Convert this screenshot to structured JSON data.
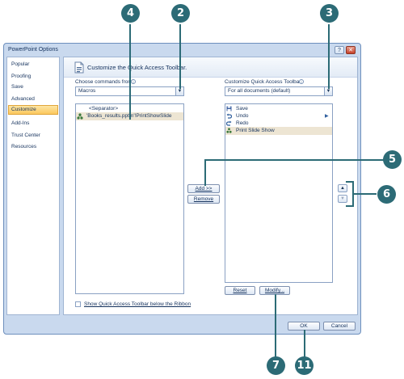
{
  "window": {
    "title": "PowerPoint Options",
    "help_glyph": "?",
    "close_glyph": "✕"
  },
  "nav": {
    "items": [
      "Popular",
      "Proofing",
      "Save",
      "Advanced",
      "Customize",
      "Add-Ins",
      "Trust Center",
      "Resources"
    ],
    "selected": "Customize"
  },
  "panel": {
    "heading": "Customize the Quick Access Toolbar.",
    "choose_label": "Choose commands from:",
    "choose_value": "Macros",
    "customize_label": "Customize Quick Access Toolbar:",
    "customize_value": "For all documents (default)"
  },
  "commands_list": [
    "<Separator>",
    "'Books_results.pptm'!PrintShowSlide"
  ],
  "toolbar_list": [
    "Save",
    "Undo",
    "Redo",
    "Print Slide Show"
  ],
  "buttons": {
    "add": "Add >>",
    "remove": "Remove",
    "reset": "Reset",
    "modify": "Modify...",
    "ok": "OK",
    "cancel": "Cancel"
  },
  "checkbox_label": "Show Quick Access Toolbar below the Ribbon",
  "callouts": [
    "4",
    "2",
    "3",
    "5",
    "6",
    "7",
    "11"
  ],
  "colors": {
    "callout": "#2c6b76",
    "selected_nav": "#fbc75d",
    "frame": "#c9d9ee"
  }
}
